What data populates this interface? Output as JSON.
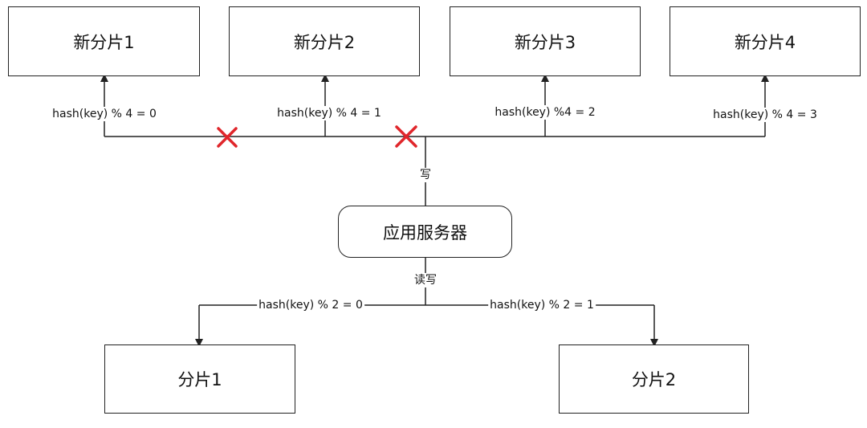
{
  "new_shards": [
    {
      "label": "新分片1",
      "condition": "hash(key) % 4 = 0"
    },
    {
      "label": "新分片2",
      "condition": "hash(key) % 4 = 1"
    },
    {
      "label": "新分片3",
      "condition": "hash(key) %4 = 2"
    },
    {
      "label": "新分片4",
      "condition": "hash(key) % 4 = 3"
    }
  ],
  "write_label": "写",
  "app_server": "应用服务器",
  "read_write_label": "读写",
  "old_shards": [
    {
      "label": "分片1",
      "condition": "hash(key) % 2 = 0"
    },
    {
      "label": "分片2",
      "condition": "hash(key) % 2 = 1"
    }
  ],
  "colors": {
    "line": "#222222",
    "cross": "#e0262b"
  }
}
